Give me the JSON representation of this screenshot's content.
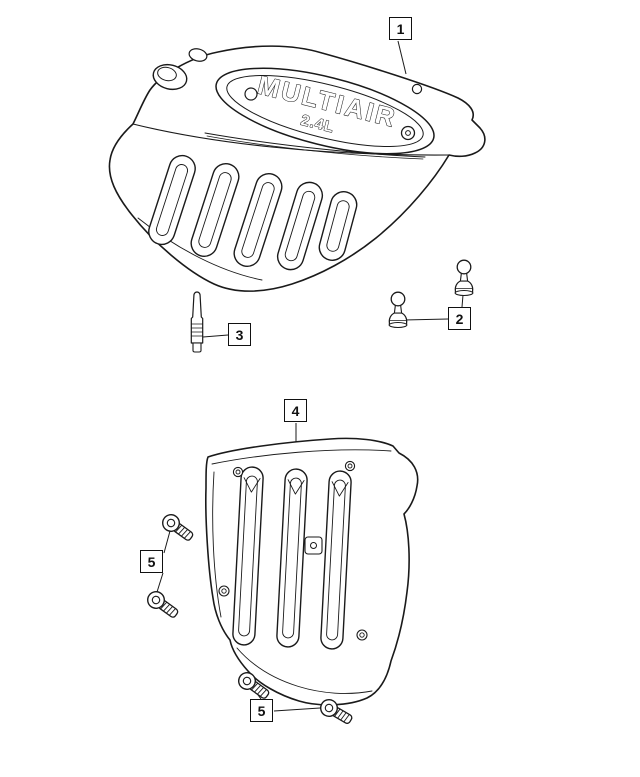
{
  "colors": {
    "line": "#1a1a1a",
    "background": "#ffffff"
  },
  "engine_cover_badge": {
    "line1": "MULTIAIR",
    "line2": "2.4L"
  },
  "callouts": [
    {
      "label": "1"
    },
    {
      "label": "2"
    },
    {
      "label": "3"
    },
    {
      "label": "4"
    },
    {
      "label": "5"
    },
    {
      "label": "5"
    }
  ]
}
